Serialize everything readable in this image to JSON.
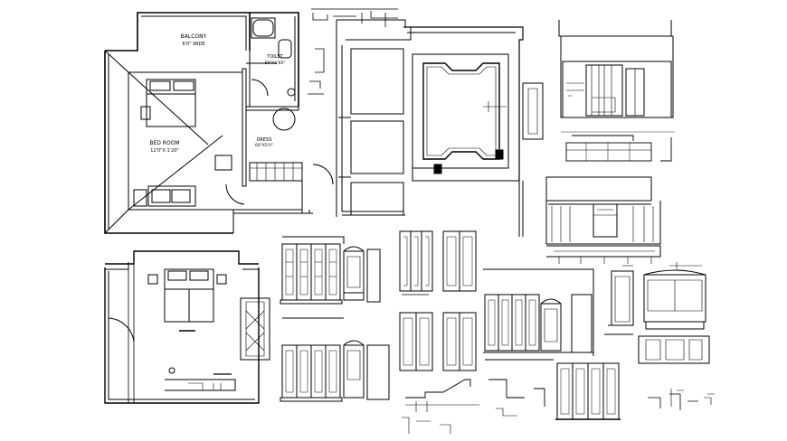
{
  "labels": {
    "balcony_name": "BALCONY",
    "balcony_size": "6'0\" WIDE",
    "toilet_name": "TOILET",
    "toilet_size": "60\"X1'60\"",
    "bedroom_name": "BED ROOM",
    "bedroom_size": "12'0\"X 1'20\"",
    "dress_name": "DRESS",
    "dress_size": "60\"X5'0\""
  },
  "colors": {
    "ink": "#000000",
    "paper": "#ffffff"
  }
}
